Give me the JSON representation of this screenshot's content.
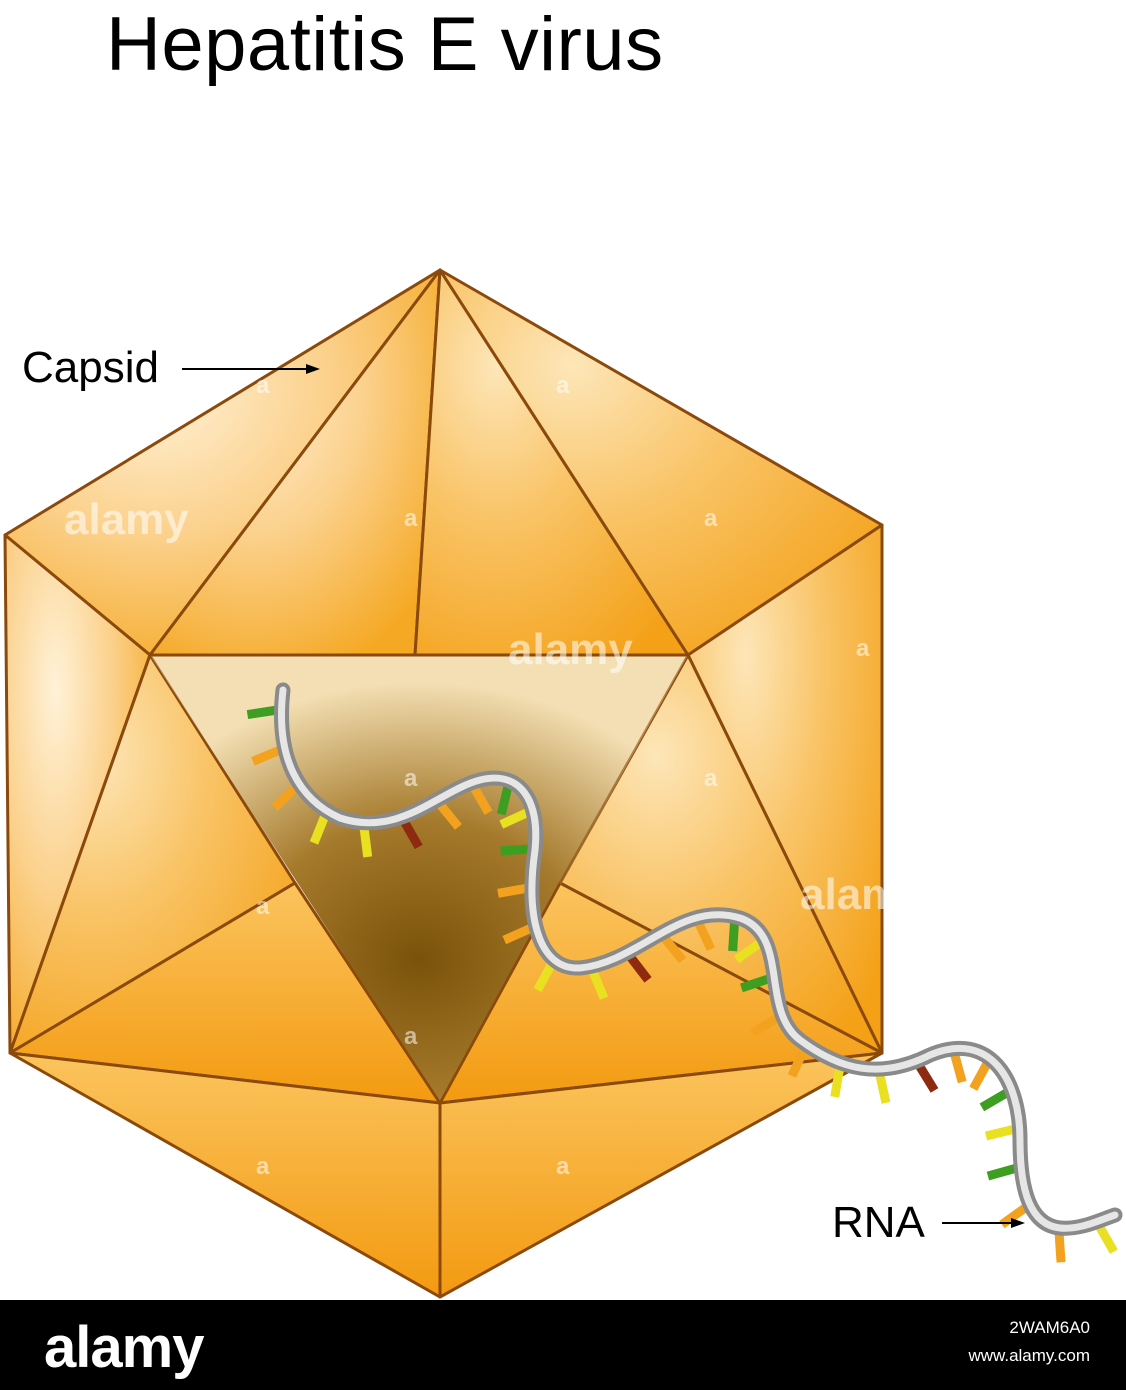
{
  "title": "Hepatitis E virus",
  "labels": {
    "capsid": "Capsid",
    "rna": "RNA"
  },
  "watermark": {
    "word": "alamy",
    "letter": "a"
  },
  "footer": {
    "logo": "alamy",
    "image_id": "2WAM6A0",
    "site": "www.alamy.com"
  },
  "colors": {
    "capsid_fill": "#f6aa22",
    "capsid_edge": "#8b4a0b",
    "interior": "#7a5209",
    "ribbon": "#b9b9b9",
    "base_orange": "#f2a21e",
    "base_yellow": "#e8e021",
    "base_green": "#3e9e22",
    "base_red": "#8e2a10"
  }
}
